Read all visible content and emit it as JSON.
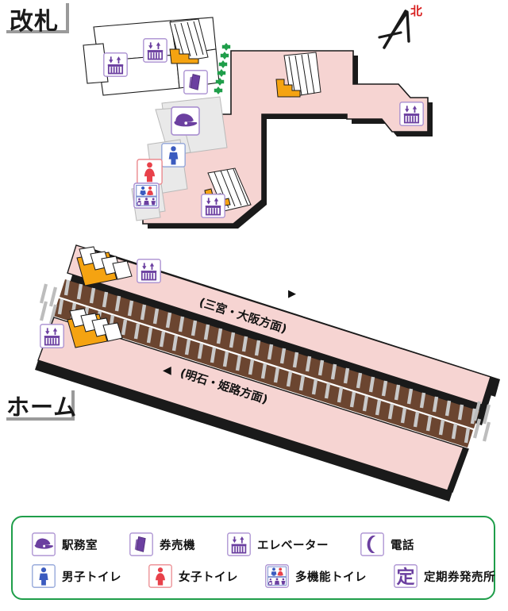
{
  "map": {
    "title_concourse": "改札",
    "title_platform": "ホーム",
    "north_marker": "北",
    "direction_up": "(三宮・大阪方面)",
    "direction_up_arrow": "▶",
    "direction_down": "(明石・姫路方面)",
    "direction_down_arrow": "◀"
  },
  "colors": {
    "floor_pink": "#f6d4d2",
    "floor_gray": "#e9e9e9",
    "wall_dark": "#1a1a1a",
    "stair_orange": "#f5a311",
    "track_bed": "#6b4530",
    "sleeper": "#c9c9c9",
    "gate_green": "#1f9e4a",
    "legend_border": "#1f9e4a",
    "icon_purple": "#6b3fa0",
    "icon_blue": "#3b5bbf",
    "icon_red": "#e8414a",
    "north_red": "#d81e1e"
  },
  "concourse_icons": [
    {
      "name": "elevator",
      "label": "エレベーター"
    },
    {
      "name": "elevator",
      "label": "エレベーター"
    },
    {
      "name": "ticket-machine",
      "label": "券売機"
    },
    {
      "name": "station-office",
      "label": "駅務室"
    },
    {
      "name": "mens-toilet",
      "label": "男子トイレ"
    },
    {
      "name": "womens-toilet",
      "label": "女子トイレ"
    },
    {
      "name": "multipurpose-toilet",
      "label": "多機能トイレ"
    },
    {
      "name": "elevator",
      "label": "エレベーター"
    },
    {
      "name": "elevator",
      "label": "エレベーター"
    }
  ],
  "platform_icons": [
    {
      "name": "elevator",
      "label": "エレベーター"
    },
    {
      "name": "elevator",
      "label": "エレベーター"
    }
  ],
  "legend": {
    "rows": [
      [
        {
          "icon": "station-office-icon",
          "label": "駅務室"
        },
        {
          "icon": "ticket-machine-icon",
          "label": "券売機"
        },
        {
          "icon": "elevator-icon",
          "label": "エレベーター"
        },
        {
          "icon": "telephone-icon",
          "label": "電話"
        }
      ],
      [
        {
          "icon": "mens-toilet-icon",
          "label": "男子トイレ"
        },
        {
          "icon": "womens-toilet-icon",
          "label": "女子トイレ"
        },
        {
          "icon": "multipurpose-toilet-icon",
          "label": "多機能トイレ"
        },
        {
          "icon": "commuter-pass-icon",
          "label": "定期券発売所"
        }
      ]
    ],
    "commuter_pass_glyph": "定"
  }
}
